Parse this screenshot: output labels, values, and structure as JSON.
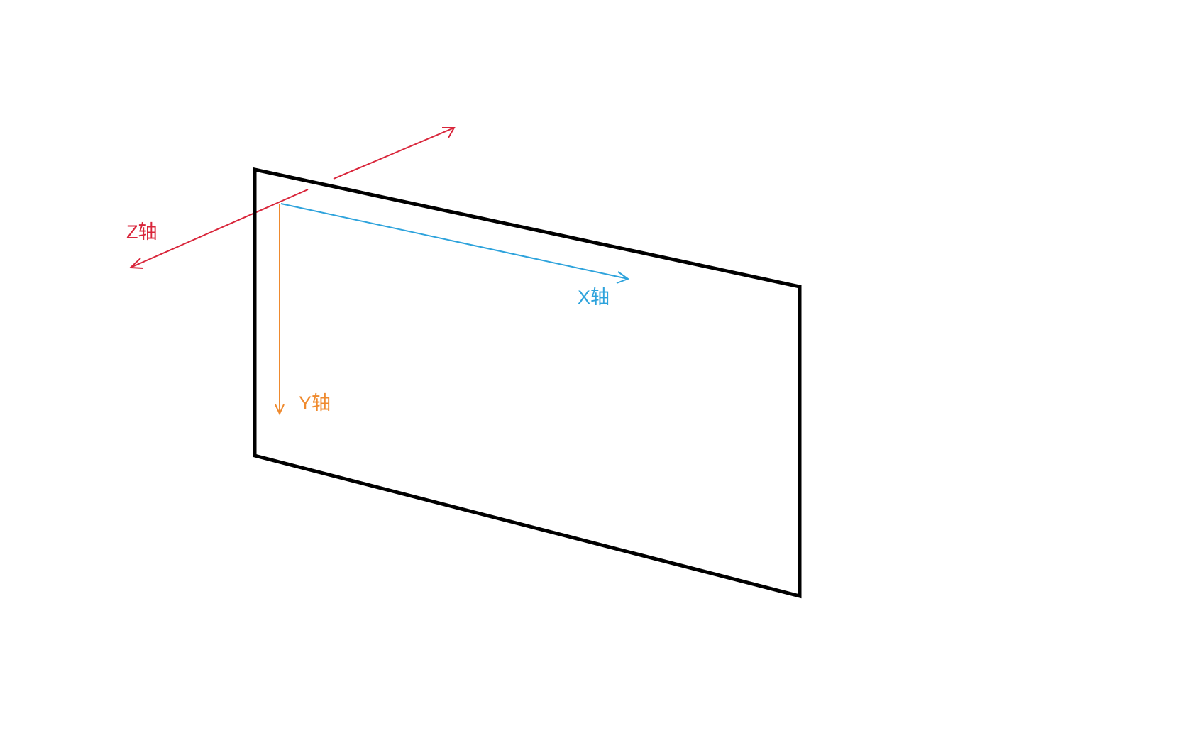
{
  "colors": {
    "background": "#ffffff",
    "plane": "#000000",
    "x_axis": "#2ea3dc",
    "y_axis": "#ef8a2e",
    "z_axis": "#d9263b"
  },
  "axes": {
    "x": {
      "label": "X轴"
    },
    "y": {
      "label": "Y轴"
    },
    "z": {
      "label": "Z轴"
    }
  }
}
